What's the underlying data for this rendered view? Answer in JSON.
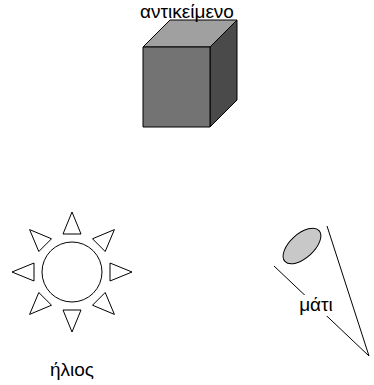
{
  "diagram": {
    "nodes": [
      {
        "text": [
          "αντικείμενο"
        ]
      },
      {
        "text": [
          "ήλιος"
        ]
      },
      {
        "text": [
          "μάτι"
        ]
      }
    ]
  }
}
